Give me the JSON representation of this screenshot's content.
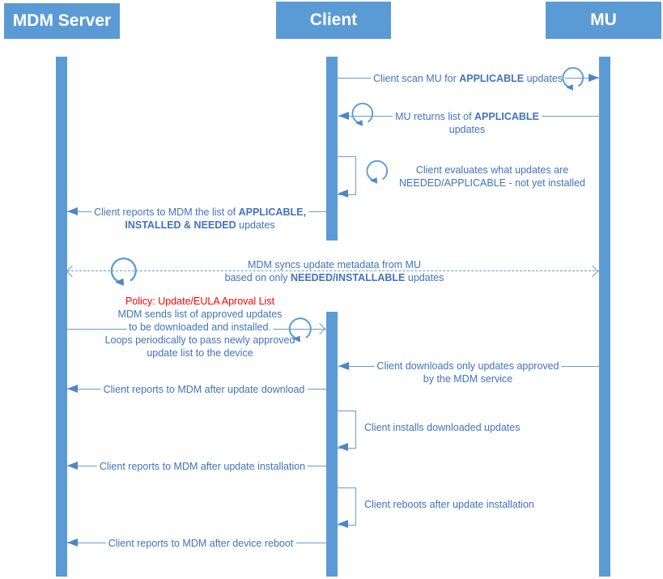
{
  "actors": {
    "mdm": "MDM Server",
    "client": "Client",
    "mu": "MU"
  },
  "colors": {
    "primary_blue": "#5B9BD5",
    "line_blue": "#6b9bd2",
    "arrowhead_blue": "#4e86c6",
    "text_blue": "#4173be",
    "policy_red": "#FF0000"
  },
  "icons": {
    "loop": "circular-loop-arrow-icon"
  },
  "messages": {
    "scan": {
      "pre": "Client scan MU for ",
      "bold": "APPLICABLE",
      "post": " updates"
    },
    "returns": {
      "l1_pre": "MU returns list of ",
      "l1_bold": "APPLICABLE",
      "l2": "updates"
    },
    "evaluates": {
      "l1": "Client evaluates what updates are",
      "l2": "NEEDED/APPLICABLE - not yet installed"
    },
    "report_list": {
      "l1_pre": "Client reports to MDM the list of ",
      "l1_bold": "APPLICABLE,",
      "l2_bold": "INSTALLED & NEEDED",
      "l2_post": " updates"
    },
    "sync": {
      "l1": "MDM syncs update metadata from MU",
      "l2_pre": "based on only ",
      "l2_bold": "NEEDED/INSTALLABLE",
      "l2_post": " updates"
    },
    "policy": {
      "red": "Policy: Update/EULA Aproval List",
      "l1": "MDM sends list of approved updates",
      "l2": "to be downloaded and installed.",
      "l3": "Loops periodically to pass newly approved",
      "l4": "update list to the device"
    },
    "downloads": {
      "l1": "Client downloads only updates approved",
      "l2": "by the MDM service"
    },
    "report_download": {
      "l1": "Client reports to MDM after update download"
    },
    "installs": {
      "l1": "Client installs downloaded updates"
    },
    "report_install": {
      "l1": "Client reports to MDM after update installation"
    },
    "reboots": {
      "l1": "Client reboots after update installation"
    },
    "report_reboot": {
      "l1": "Client reports to MDM after device reboot"
    }
  }
}
